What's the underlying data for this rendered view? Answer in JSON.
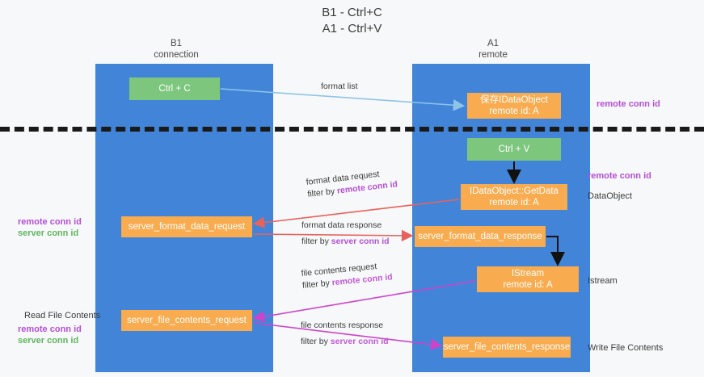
{
  "title": {
    "line1": "B1 - Ctrl+C",
    "line2": "A1 - Ctrl+V"
  },
  "columns": {
    "left": {
      "name": "B1",
      "role": "connection"
    },
    "right": {
      "name": "A1",
      "role": "remote"
    }
  },
  "nodes": {
    "ctrl_c": {
      "label": "Ctrl + C",
      "color": "#7dc67d"
    },
    "ctrl_v": {
      "label": "Ctrl + V",
      "color": "#7dc67d"
    },
    "save_idataobject": {
      "line1": "保存IDataObject",
      "line2": "remote id: A",
      "color": "#f8ab4f"
    },
    "getdata": {
      "line1": "IDataObject::GetData",
      "line2": "remote id: A",
      "color": "#f8ab4f"
    },
    "istream": {
      "line1": "IStream",
      "line2": "remote id: A",
      "color": "#f8ab4f"
    },
    "server_format_data_request": {
      "label": "server_format_data_request",
      "color": "#f8ab4f"
    },
    "server_format_data_response": {
      "label": "server_format_data_response",
      "color": "#f8ab4f"
    },
    "server_file_contents_request": {
      "label": "server_file_contents_request",
      "color": "#f8ab4f"
    },
    "server_file_contents_response": {
      "label": "server_file_contents_response",
      "color": "#f8ab4f"
    }
  },
  "edges": {
    "format_list": {
      "label": "format list",
      "color": "#8ec4e8"
    },
    "format_data_request": {
      "line1": "format data request",
      "filter_prefix": "filter by ",
      "filter_key": "remote conn id",
      "color": "#e8625c"
    },
    "format_data_response": {
      "line1": "format data response",
      "filter_prefix": "filter by ",
      "filter_key": "server conn id",
      "color": "#e8625c"
    },
    "file_contents_request": {
      "line1": "file contents request",
      "filter_prefix": "filter by ",
      "filter_key": "remote conn id",
      "color": "#cc44cc"
    },
    "file_contents_response": {
      "line1": "file contents response",
      "filter_prefix": "filter by ",
      "filter_key": "server conn id",
      "color": "#cc44cc"
    }
  },
  "annotations": {
    "right_remote_conn_id_top": "remote conn id",
    "right_remote_conn_id_mid": "remote conn id",
    "right_dataobject": "DataObject",
    "right_istream": "Istream",
    "right_write_file_contents": "Write File Contents",
    "left_remote_conn_id": "remote conn id",
    "left_server_conn_id": "server conn id",
    "left_read_file_contents": "Read File Contents",
    "left_remote_conn_id2": "remote conn id",
    "left_server_conn_id2": "server conn id"
  },
  "colors": {
    "lane": "#4285d8",
    "green_node": "#7dc67d",
    "orange_node": "#f8ab4f",
    "purple_text": "#b44fd8",
    "green_text": "#5fb55f",
    "divider": "#1a1a1a",
    "background": "#f7f8f9"
  }
}
